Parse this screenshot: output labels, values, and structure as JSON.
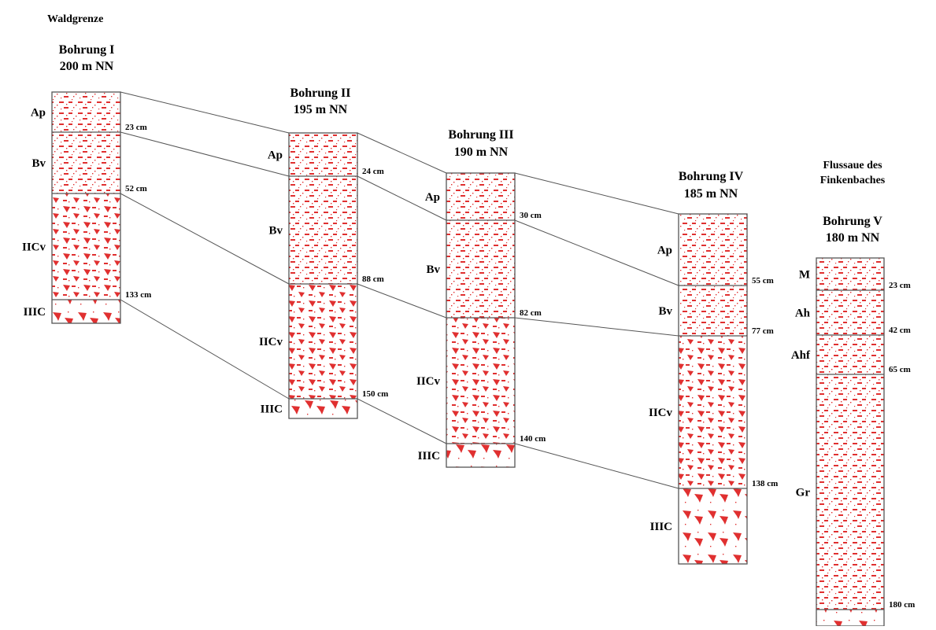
{
  "colors": {
    "fill": "#e03030",
    "outline": "#555555",
    "connector": "#555555",
    "text": "#000000"
  },
  "site_labels": {
    "left": "Waldgrenze",
    "right_line1": "Flussaue des",
    "right_line2": "Finkenbaches"
  },
  "boreholes": [
    {
      "name": "Bohrung I",
      "elevation": "200 m NN",
      "horizons": [
        {
          "label": "Ap",
          "texture": "loam"
        },
        {
          "label": "Bv",
          "texture": "loam"
        },
        {
          "label": "IICv",
          "texture": "gravel"
        },
        {
          "label": "IIIC",
          "texture": "stones"
        }
      ],
      "boundaries": [
        "23 cm",
        "52 cm",
        "133 cm"
      ]
    },
    {
      "name": "Bohrung II",
      "elevation": "195 m NN",
      "horizons": [
        {
          "label": "Ap",
          "texture": "loam"
        },
        {
          "label": "Bv",
          "texture": "loam"
        },
        {
          "label": "IICv",
          "texture": "gravel"
        },
        {
          "label": "IIIC",
          "texture": "stones"
        }
      ],
      "boundaries": [
        "24 cm",
        "88 cm",
        "150 cm"
      ]
    },
    {
      "name": "Bohrung III",
      "elevation": "190 m NN",
      "horizons": [
        {
          "label": "Ap",
          "texture": "loam"
        },
        {
          "label": "Bv",
          "texture": "loam"
        },
        {
          "label": "IICv",
          "texture": "gravel"
        },
        {
          "label": "IIIC",
          "texture": "stones"
        }
      ],
      "boundaries": [
        "30 cm",
        "82 cm",
        "140 cm"
      ]
    },
    {
      "name": "Bohrung IV",
      "elevation": "185 m NN",
      "horizons": [
        {
          "label": "Ap",
          "texture": "loam"
        },
        {
          "label": "Bv",
          "texture": "loam"
        },
        {
          "label": "IICv",
          "texture": "gravel"
        },
        {
          "label": "IIIC",
          "texture": "stones"
        }
      ],
      "boundaries": [
        "55 cm",
        "77 cm",
        "138 cm"
      ]
    },
    {
      "name": "Bohrung V",
      "elevation": "180 m NN",
      "horizons": [
        {
          "label": "M",
          "texture": "loam"
        },
        {
          "label": "Ah",
          "texture": "loam"
        },
        {
          "label": "Ahf",
          "texture": "loam"
        },
        {
          "label": "Gr",
          "texture": "loam"
        },
        {
          "label": "",
          "texture": "stones"
        }
      ],
      "boundaries": [
        "23 cm",
        "42 cm",
        "65 cm",
        "180 cm"
      ]
    }
  ]
}
